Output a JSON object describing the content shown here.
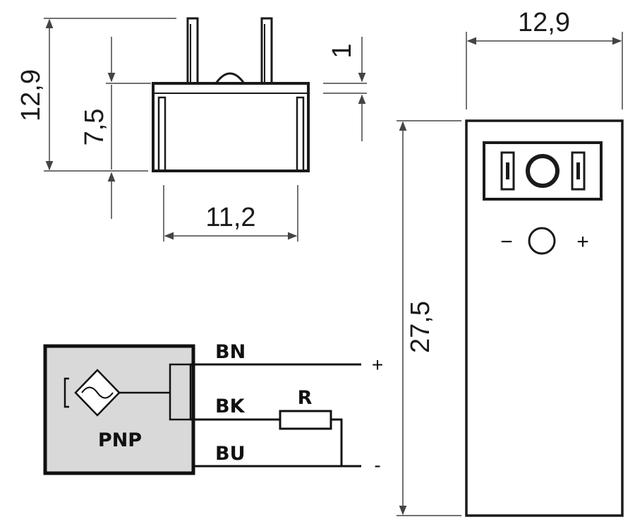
{
  "dimensions": {
    "side_height": "12,9",
    "side_body_height": "7,5",
    "side_width": "11,2",
    "plate_thickness": "1",
    "top_width": "12,9",
    "top_length": "27,5"
  },
  "top_view": {
    "minus_label": "−",
    "plus_label": "+"
  },
  "circuit": {
    "sensor_type": "PNP",
    "wire_bn": "BN",
    "wire_bk": "BK",
    "wire_bu": "BU",
    "resistor": "R",
    "terminal_plus": "+",
    "terminal_minus": "-"
  },
  "colors": {
    "line": "#1a1a1a",
    "dim_line": "#444444",
    "sensor_fill": "#d9d9d9"
  }
}
